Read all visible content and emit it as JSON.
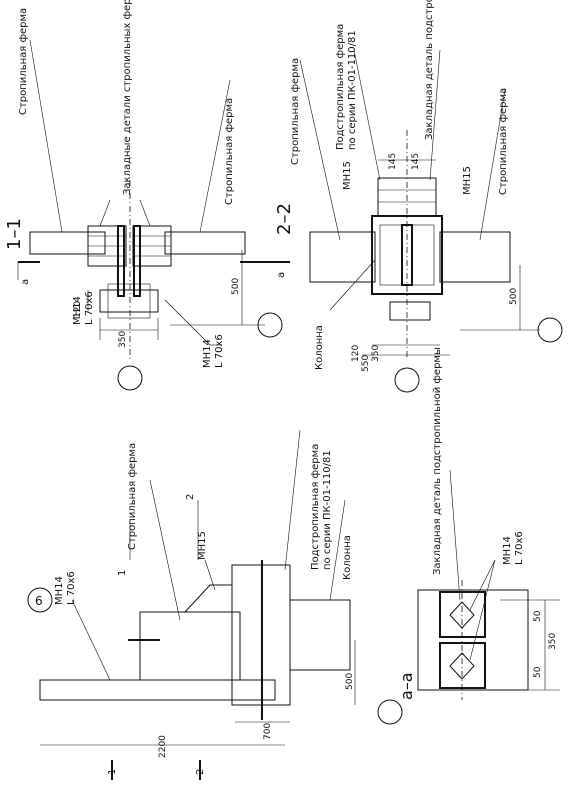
{
  "labels": {
    "rafter_truss": "Стропильная ферма",
    "rafter_truss_parts": "Закладные детали стропильных ферм",
    "subrafter_truss": "Подстропильная ферма",
    "series": "по серии ПК-01-110/81",
    "embedded_subrafter": "Закладная деталь подстропильной фермы",
    "column": "Колонна",
    "mn14": "МН14",
    "mn15": "МН15",
    "angle": "L 70х6"
  },
  "sections": {
    "s11": "1–1",
    "s22": "2–2",
    "saa": "а–а",
    "node": "6",
    "mark1": "1",
    "mark2": "2",
    "marka": "а"
  },
  "dims": {
    "d500": "500",
    "d120": "120",
    "d350": "350",
    "d550": "550",
    "d2200": "2200",
    "d700": "700",
    "d50": "50",
    "d145": "145"
  }
}
